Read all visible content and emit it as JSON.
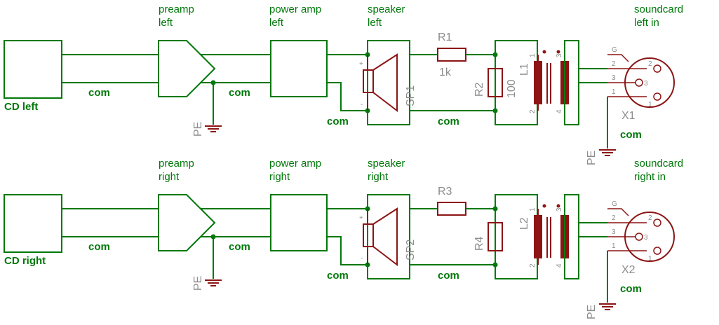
{
  "channels": [
    {
      "source": "CD left",
      "preamp": [
        "preamp",
        "left"
      ],
      "poweramp": [
        "power amp",
        "left"
      ],
      "speaker": [
        "speaker",
        "left"
      ],
      "soundcard": [
        "soundcard",
        "left in"
      ],
      "speaker_ref": "SP1",
      "r_series": "R1",
      "r_series_value": "1k",
      "r_shunt": "R2",
      "r_shunt_value": "100",
      "transformer": "L1",
      "connector": "X1",
      "ground_label": "PE",
      "com_label": "com"
    },
    {
      "source": "CD right",
      "preamp": [
        "preamp",
        "right"
      ],
      "poweramp": [
        "power amp",
        "right"
      ],
      "speaker": [
        "speaker",
        "right"
      ],
      "soundcard": [
        "soundcard",
        "right in"
      ],
      "speaker_ref": "SP2",
      "r_series": "R3",
      "r_series_value": "",
      "r_shunt": "R4",
      "r_shunt_value": "",
      "transformer": "L2",
      "connector": "X2",
      "ground_label": "PE",
      "com_label": "com"
    }
  ],
  "pins": {
    "speaker_plus": "+",
    "speaker_minus": "-",
    "transformer_primary": [
      "1",
      "2"
    ],
    "transformer_secondary": [
      "3",
      "4"
    ],
    "jack": [
      "G",
      "2",
      "3",
      "1"
    ],
    "jack_contacts": [
      "2",
      "3",
      "1"
    ]
  },
  "colors": {
    "wire": "#00780a",
    "component": "#8c1414",
    "ref_label": "#8c8c8c"
  }
}
